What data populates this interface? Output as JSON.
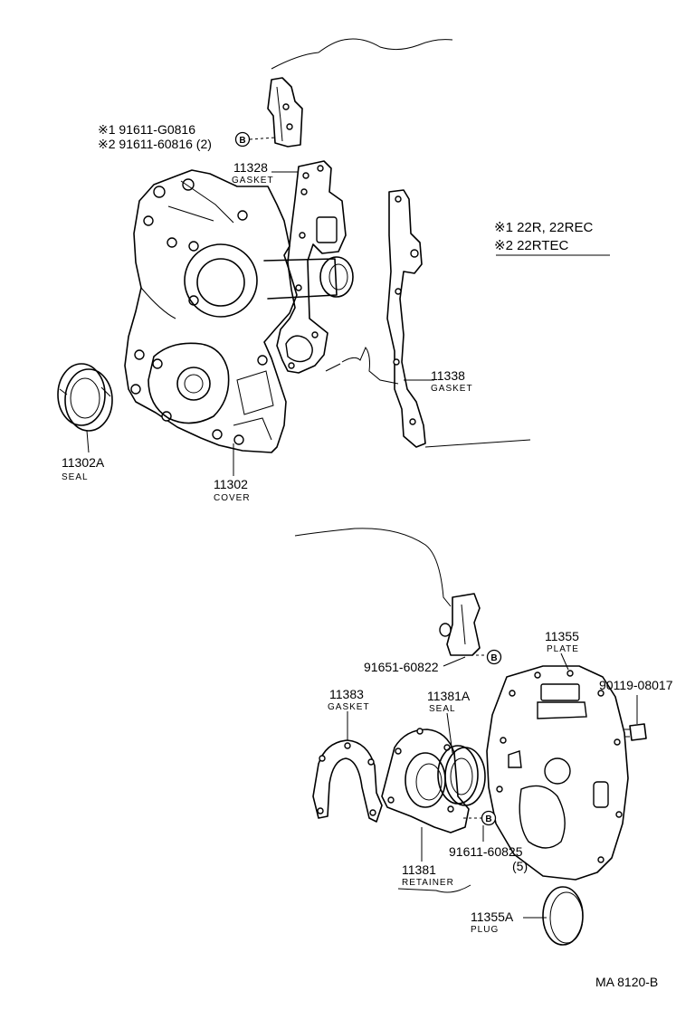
{
  "legend": {
    "line1": "※1 22R, 22REC",
    "line2": "※2 22RTEC"
  },
  "callouts": {
    "bolt_1": "※1 91611-G0816",
    "bolt_2": "※2 91611-60816 (2)",
    "gasket_11328_num": "11328",
    "gasket_11328_name": "GASKET",
    "gasket_11338_num": "11338",
    "gasket_11338_name": "GASKET",
    "seal_11302a_num": "11302A",
    "seal_11302a_name": "SEAL",
    "cover_11302_num": "11302",
    "cover_11302_name": "COVER",
    "bolt_91651": "91651-60822",
    "plate_11355_num": "11355",
    "plate_11355_name": "PLATE",
    "bolt_90119": "90119-08017",
    "gasket_11383_num": "11383",
    "gasket_11383_name": "GASKET",
    "seal_11381a_num": "11381A",
    "seal_11381a_name": "SEAL",
    "bolt_91611_60825": "91611-60825",
    "bolt_91611_60825_qty": "(5)",
    "retainer_11381_num": "11381",
    "retainer_11381_name": "RETAINER",
    "plug_11355a_num": "11355A",
    "plug_11355a_name": "PLUG"
  },
  "markers": {
    "b1": "B",
    "b2": "B",
    "b3": "B"
  },
  "footer": {
    "code": "MA  8120-B"
  }
}
